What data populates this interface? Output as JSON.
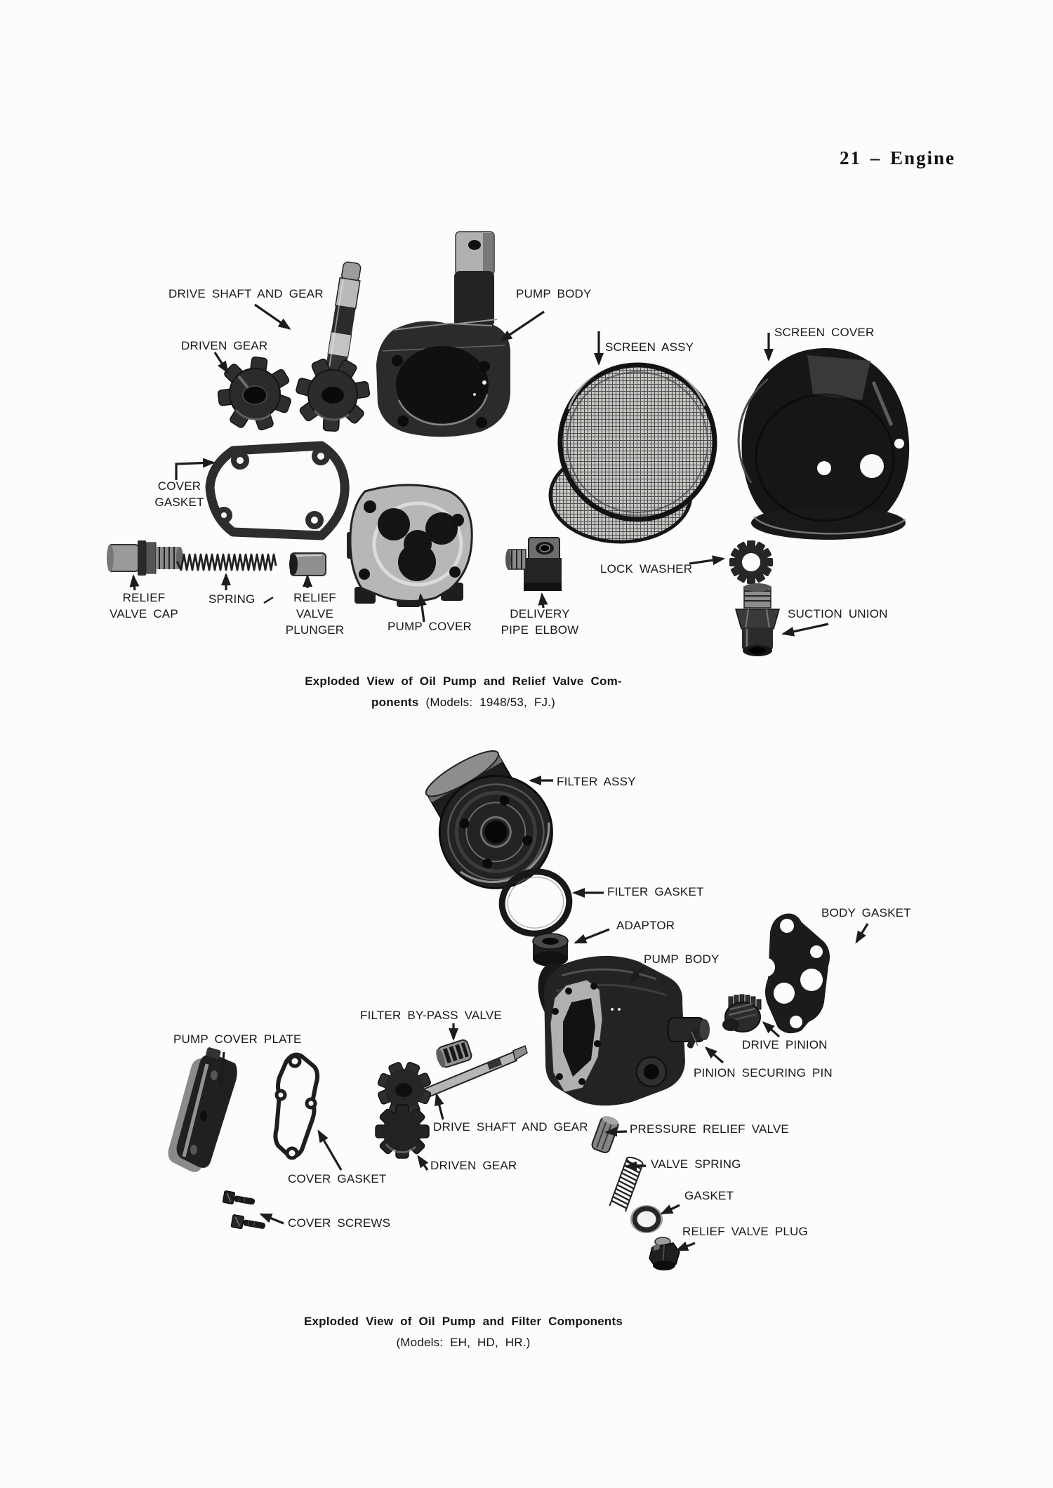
{
  "page": {
    "header": "21 – Engine",
    "paper_color": "#fcfcfb",
    "ink_color": "#1b1b1b"
  },
  "fig1": {
    "caption": {
      "line1": "Exploded View of Oil Pump and Relief Valve Com-",
      "line2_bold": "ponents",
      "line2_rest": " (Models: 1948/53, FJ.)"
    },
    "labels": {
      "drive_shaft_and_gear": "DRIVE SHAFT AND GEAR",
      "driven_gear": "DRIVEN GEAR",
      "pump_body": "PUMP BODY",
      "screen_assy": "SCREEN ASSY",
      "screen_cover": "SCREEN COVER",
      "cover_gasket": "COVER\nGASKET",
      "relief_valve_cap": "RELIEF\nVALVE CAP",
      "spring": "SPRING",
      "relief_valve_plunger": "RELIEF\nVALVE\nPLUNGER",
      "pump_cover": "PUMP COVER",
      "delivery_pipe_elbow": "DELIVERY\nPIPE ELBOW",
      "lock_washer": "LOCK WASHER",
      "suction_union": "SUCTION UNION"
    }
  },
  "fig2": {
    "caption": {
      "line1": "Exploded View of Oil Pump and Filter Components",
      "line2": "(Models: EH, HD, HR.)"
    },
    "labels": {
      "filter_assy": "FILTER ASSY",
      "filter_gasket": "FILTER GASKET",
      "adaptor": "ADAPTOR",
      "pump_body": "PUMP BODY",
      "body_gasket": "BODY GASKET",
      "filter_by_pass_valve": "FILTER BY-PASS VALVE",
      "pump_cover_plate": "PUMP COVER PLATE",
      "drive_pinion": "DRIVE PINION",
      "pinion_securing_pin": "PINION SECURING PIN",
      "drive_shaft_and_gear": "DRIVE SHAFT AND GEAR",
      "driven_gear": "DRIVEN GEAR",
      "cover_gasket": "COVER GASKET",
      "cover_screws": "COVER SCREWS",
      "pressure_relief_valve": "PRESSURE RELIEF VALVE",
      "valve_spring": "VALVE SPRING",
      "gasket": "GASKET",
      "relief_valve_plug": "RELIEF VALVE PLUG"
    }
  }
}
